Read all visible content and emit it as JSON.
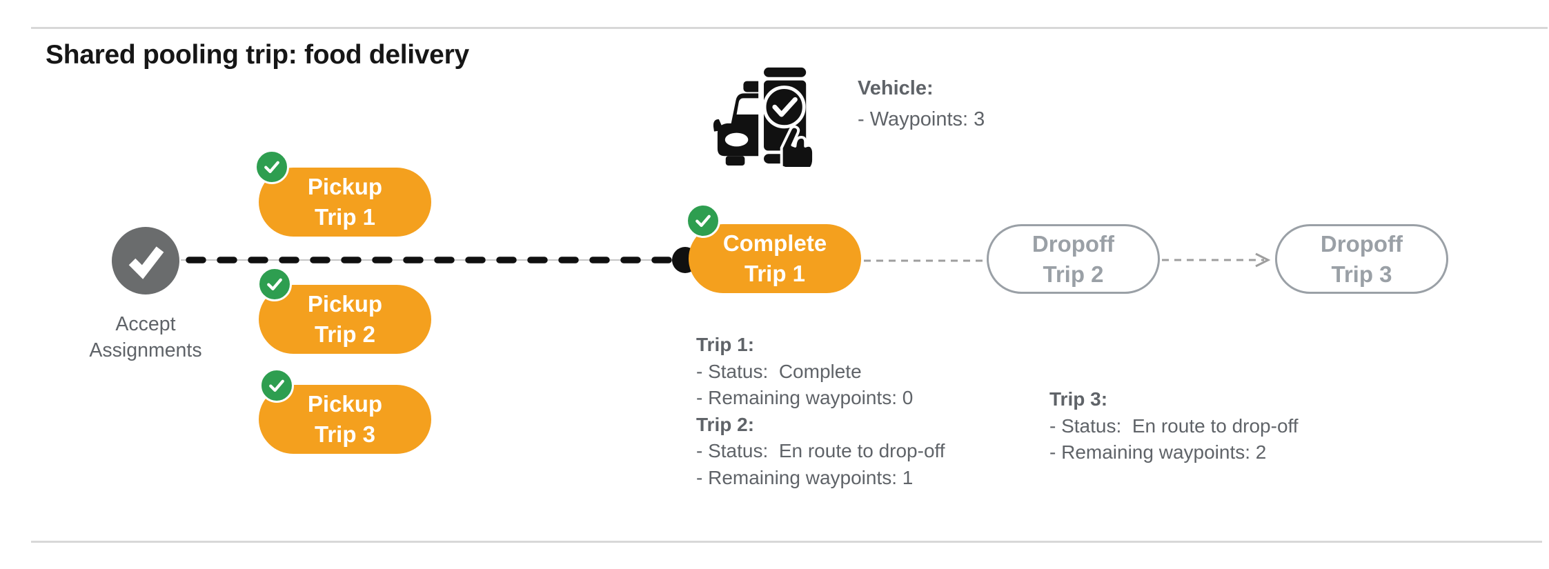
{
  "page": {
    "title": "Shared pooling trip: food delivery"
  },
  "vehicle": {
    "icon": "car-phone-check-icon",
    "label": "Vehicle:",
    "waypoints_line": "- Waypoints: 3"
  },
  "flow": {
    "start": {
      "icon": "checkmark-icon",
      "line1": "Accept",
      "line2": "Assignments"
    },
    "pickups": [
      {
        "line1": "Pickup",
        "line2": "Trip 1",
        "badge": "check-badge"
      },
      {
        "line1": "Pickup",
        "line2": "Trip 2",
        "badge": "check-badge"
      },
      {
        "line1": "Pickup",
        "line2": "Trip 3",
        "badge": "check-badge"
      }
    ],
    "complete": {
      "line1": "Complete",
      "line2": "Trip 1",
      "badge": "check-badge"
    },
    "dropoffs": [
      {
        "line1": "Dropoff",
        "line2": "Trip 2"
      },
      {
        "line1": "Dropoff",
        "line2": "Trip 3"
      }
    ]
  },
  "trip_status": {
    "block1": {
      "sections": [
        {
          "heading": "Trip 1:",
          "lines": [
            "- Status:  Complete",
            "- Remaining waypoints: 0"
          ]
        },
        {
          "heading": "Trip 2:",
          "lines": [
            "- Status:  En route to drop-off",
            "- Remaining waypoints: 1"
          ]
        }
      ]
    },
    "block2": {
      "sections": [
        {
          "heading": "Trip 3:",
          "lines": [
            "- Status:  En route to drop-off",
            "- Remaining waypoints: 2"
          ]
        }
      ]
    }
  },
  "colors": {
    "accent_orange": "#F4A01E",
    "success_green": "#2E9E50",
    "node_gray": "#6A6C6D",
    "text_gray": "#5F6368",
    "muted_gray": "#9AA0A6",
    "line_black": "#101010",
    "rule_gray": "#D8D8D8"
  }
}
